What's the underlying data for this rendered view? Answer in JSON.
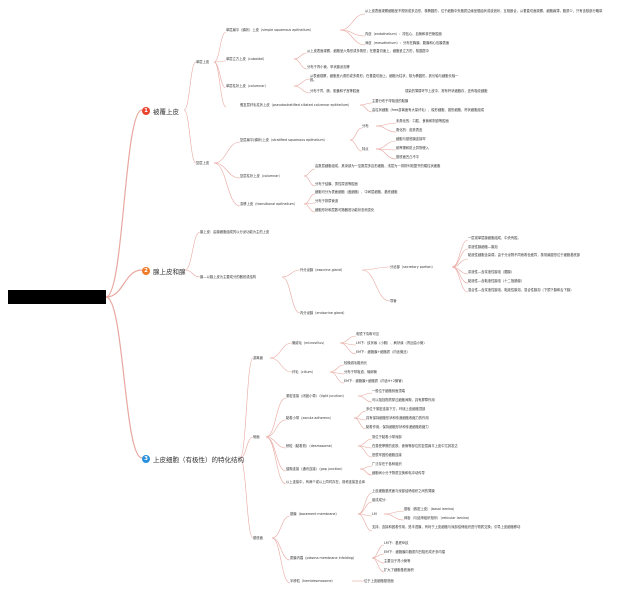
{
  "colors": {
    "line": "#e8a7a0",
    "n1": "#e8432e",
    "n2": "#ee7b27",
    "n3": "#2a8fdc"
  },
  "branches": [
    {
      "key": "b1",
      "num": "1",
      "label": "被覆上皮",
      "color": "#e8432e"
    },
    {
      "key": "b2",
      "num": "2",
      "label": "腺上皮和腺",
      "color": "#ee7b27"
    },
    {
      "key": "b3",
      "num": "3",
      "label": "上皮细胞（有极性）的特化结构",
      "color": "#2a8fdc"
    }
  ],
  "nodes": {
    "b1a": "单层上皮",
    "b1a1": "单层扁平（鳞状）上皮（simple squamous epithelium）",
    "b1a1a": "从上皮表面观察细胞呈不规则或多边形，核椭圆形，位于细胞中央胞质边缘呈锯齿状或波浪状，互相嵌合，从垂直切面观察，细胞扁薄，胞质少，只有含核部分略厚",
    "b1a1b": "内皮（endothelium）：衬贴心、血管和淋巴管腔面",
    "b1a1c": "间皮（mesothelium）：分布在胸膜、腹膜和心包膜表面",
    "b1a2": "单层立方上皮（cuboidal）",
    "b1a2a": "从上皮表面观察，细胞呈六角形或多角形；在垂直切面上，细胞呈立方形，核圆居中",
    "b1a2b": "分布于肾小管、甲状腺滤泡等",
    "b1a3": "单层柱状上皮（columnar）",
    "b1a3a": "从表面观察，细胞呈六角形或多角形；在垂直切面上，细胞为柱状，核为椭圆形，其长轴与细胞长轴一致。",
    "b1a3b": "分布于胃、肠、胆囊和子宫等腔面",
    "b1a3c": "感染的薄弱环节上皮中，常有杯状细胞存，还有吸收细胞",
    "b1a4": "假复层纤毛柱状上皮（pseudostratified ciliated columnar epithelium）",
    "b1a4a": "主要分布于呼吸道的黏膜",
    "b1a4b": "由柱状细胞（free游离面有大量纤毛）、梭形细胞、锥形细胞、杯状细胞组成",
    "b1b": "复层上皮",
    "b1b1": "复层扁平(鳞状)上皮（stratified squamous epithelium）",
    "b1b1a": "分布",
    "b1b1a1": "未角化的：口腔、食管和阴道等腔面",
    "b1b1a2": "角化的：皮肤表皮",
    "b1b1b": "特点",
    "b1b1b1": "细胞与基底膜连接牢",
    "b1b1b2": "耐摩擦和防止异物侵入",
    "b1b1b3": "基底面凹凸不平",
    "b1b2": "复层柱状上皮（columnar）",
    "b1b2a": "由数层细胞组成，其深部为一至数层多边形细胞，浅层为一排排列较整齐的矮柱状细胞",
    "b1b2b": "分布于结膜、男性尿道等腔面",
    "b1b3": "变移上皮（transitional epithelium）",
    "b1b3a": "细胞可分为表面细胞（盖细胞）、中间层细胞、基底细胞",
    "b1b3b": "分布于排尿管道",
    "b1b3c": "细胞形状和层数可随器官功能状态而变化",
    "b2a": "腺上皮：由腺细胞组成的以分泌功能为主的上皮",
    "b2b": "腺—以腺上皮为主要成分的器官或结构",
    "b2b1": "外分泌腺（exocrine gland）",
    "b2b1a": "分泌部（secretory portion）",
    "b2b1a1": "一层或单层腺细胞组成，中央有腔。",
    "b2b1a2": "浆液性腺细胞—腺泡",
    "b2b1a3": "黏液性细胞含染弱，由于分泌物不同而着色差异，核常扁圆形位于细胞基底部",
    "b2b1a4": "浆液性—含浆液性腺泡（腮腺）",
    "b2b1a5": "黏液性—含黏液性腺泡（十二指肠腺）",
    "b2b1a6": "混合性—含浆液性腺泡、黏液性腺泡、混合性腺泡（下颌下腺和舌下腺）",
    "b2b1b": "导管",
    "b2b2": "内分泌腺（endocrine gland）",
    "b3a": "游离面",
    "b3a1": "微绒毛（microvillus）",
    "b3a1a": "电镜下清晰可见",
    "b3a1b": "LM下：纹状缘（小肠）、刷状缘（肾近曲小管）",
    "b3a1c": "EM下：细胞膜+细胞质（内含微丝）",
    "b3a2": "纤毛（cilium）",
    "b3a2a": "较微绒毛粗而长",
    "b3a2b": "分布于呼吸道、输卵管",
    "b3a2c": "EM下：细胞膜+细胞质（内含9+2微管）",
    "b3b": "侧面",
    "b3b1": "紧密连接（闭锁小带）（tight junction）",
    "b3b1a": "一般位于细胞侧面顶端",
    "b3b1b": "可以阻挡物质穿过细胞间隙，具有屏障作用",
    "b3b2": "黏着小带（zonula adherens）",
    "b3b2a": "多位于紧密连接下方，环绕上皮细胞顶部",
    "b3b2b": "具有保持细胞形状和传递细胞收缩力的作用",
    "b3b2c": "黏着作用，保持细胞形状和传递细胞收缩力",
    "b3b3": "桥粒（黏着斑）（desmosome）",
    "b3b3a": "常位于黏着小带深部",
    "b3b3b": "在易受摩擦的皮肤、食管等部位的复层扁平上皮中尤其发达",
    "b3b3c": "是很牢固的细胞连接",
    "b3b4": "缝隙连接（通讯连接）（gap junction）",
    "b3b4a": "广泛存在于各种组织",
    "b3b4b": "细胞间小分子物质交换和电冲动传导",
    "b3b5": "以上连接中，有两个或以上同时存在，则称连接复合体",
    "b3c": "基底面",
    "b3c1": "基膜（basement membrane）",
    "b3c1a": "上皮细胞基底面与深部结缔组织之间的薄膜",
    "b3c1b": "组成成分：",
    "b3c1c": "LM",
    "b3c1c1": "基板（致密上皮）（basal lamina）",
    "b3c1c2": "网板（与结缔组织相邻）（reticular lamina）",
    "b3c1d": "支持、连接和固着作用，是半透膜，有利于上皮细胞与深部结缔组织进行物质交换；引导上皮细胞移动",
    "b3c2": "质膜内褶（plasma membrane infolding）",
    "b3c2a": "LM下：基底纵纹",
    "b3c2b": "EM下：细胞膜向胞质内凹陷形成许多内褶",
    "b3c2c": "主要见于肾小管等",
    "b3c2d": "扩大了细胞基底面积",
    "b3c3": "半桥粒（hemidesmosome）",
    "b3c3a": "位于上皮细胞基底面"
  }
}
